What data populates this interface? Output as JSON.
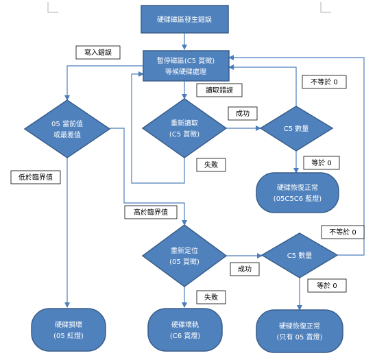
{
  "nodes": {
    "disk_error": "硬碟磁區發生錯誤",
    "pause_sector": [
      "暫停磁區(C5 賞徵)",
      "等候硬碟處理"
    ],
    "reread": [
      "重新讀取",
      "(C5 賞徵)"
    ],
    "c5_count_top": "C5 數量",
    "c5_count_bottom": "C5 數量",
    "c5_value": [
      "05 當前值",
      "或最差值"
    ],
    "restored_top": [
      "硬碟恢復正常",
      "(05C5C6 藍燈)"
    ],
    "relocate": [
      "重新定位",
      "(05 賞徵)"
    ],
    "disk_damaged": [
      "硬碟損壞",
      "(05 紅燈)"
    ],
    "disk_bad_track": [
      "硬碟壞軌",
      "(C6 賞燈)"
    ],
    "restored_bottom": [
      "硬碟恢復正常",
      "(只有 05 賞燈)"
    ]
  },
  "labels": {
    "write_error": "寫入錯誤",
    "read_error": "讀取錯誤",
    "success_top": "成功",
    "not_equal_top": "不等於 0",
    "fail_top": "失敗",
    "equal_top": "等於 0",
    "below_threshold": "低於臨界值",
    "above_threshold": "高於臨界值",
    "not_equal_bottom": "不等於 0",
    "success_bottom": "成功",
    "fail_bottom": "失敗",
    "equal_bottom": "等於 0"
  }
}
